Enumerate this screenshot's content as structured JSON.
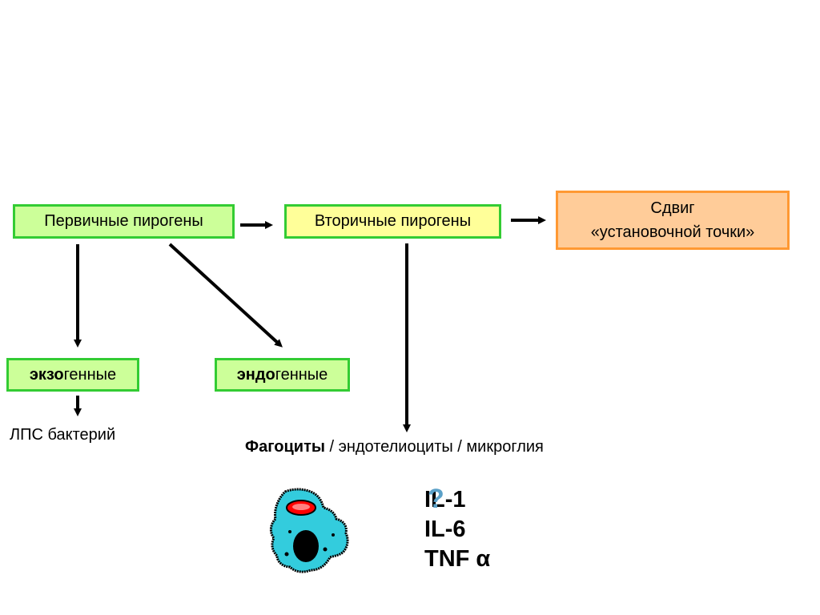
{
  "boxes": {
    "primary": "Первичные пирогены",
    "secondary": "Вторичные пирогены",
    "shift_line1": "Сдвиг",
    "shift_line2": "«установочной точки»",
    "exo_bold": "экзо",
    "exo_rest": "генные",
    "endo_bold": "эндо",
    "endo_rest": "генные"
  },
  "lps": "ЛПС бактерий",
  "cells": {
    "bold": "Фагоциты",
    "rest": " / эндотелиоциты / микроглия"
  },
  "cytokines": [
    "IL-1",
    "IL-6",
    "TNF α"
  ],
  "question": "?",
  "colors": {
    "green_fill": "#ccff99",
    "yellow_fill": "#ffff99",
    "orange_fill": "#ffcc99",
    "green_border": "#33cc33",
    "orange_border": "#ff9933",
    "cell_body": "#33ccdd",
    "cell_vacuole": "#ff0000"
  }
}
